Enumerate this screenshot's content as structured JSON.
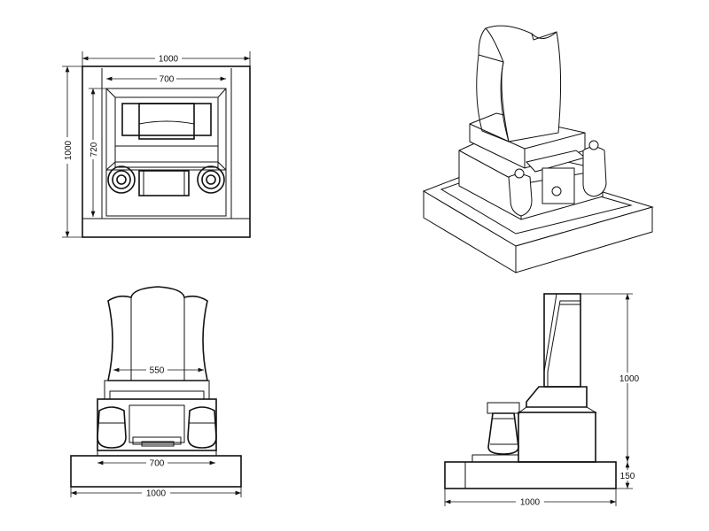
{
  "drawing": {
    "top_view": {
      "width_outer": "1000",
      "depth_outer": "1000",
      "width_inner": "700",
      "depth_inner": "720"
    },
    "front_view": {
      "tablet_width": "550",
      "base_inner_width": "700",
      "base_width": "1000"
    },
    "side_view": {
      "height": "1000",
      "base_height": "150",
      "base_depth": "1000"
    }
  }
}
